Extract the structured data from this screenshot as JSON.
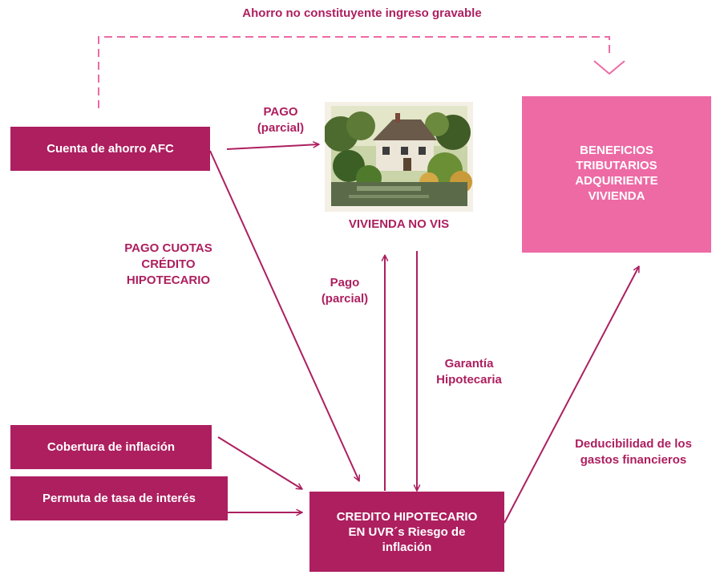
{
  "colors": {
    "accent": "#ad1f5f",
    "benefit_box": "#ed6aa5",
    "dashed_line": "#ed6aa5"
  },
  "top_label": "Ahorro no constituyente ingreso gravable",
  "boxes": {
    "afc": "Cuenta de ahorro AFC",
    "beneficios": "BENEFICIOS\nTRIBUTARIOS\nADQUIRIENTE\nVIVIENDA",
    "cobertura": "Cobertura de inflación",
    "permuta": "Permuta de tasa de interés",
    "credito": "CREDITO HIPOTECARIO\nEN UVR´s Riesgo de\ninflación"
  },
  "house_caption": "VIVIENDA NO VIS",
  "flow_labels": {
    "pago_parcial_top": "PAGO\n(parcial)",
    "pago_cuotas": "PAGO CUOTAS\nCRÉDITO\nHIPOTECARIO",
    "pago_parcial_mid": "Pago\n(parcial)",
    "garantia": "Garantía\nHipotecaria",
    "deducibilidad": "Deducibilidad de los\ngastos financieros"
  }
}
